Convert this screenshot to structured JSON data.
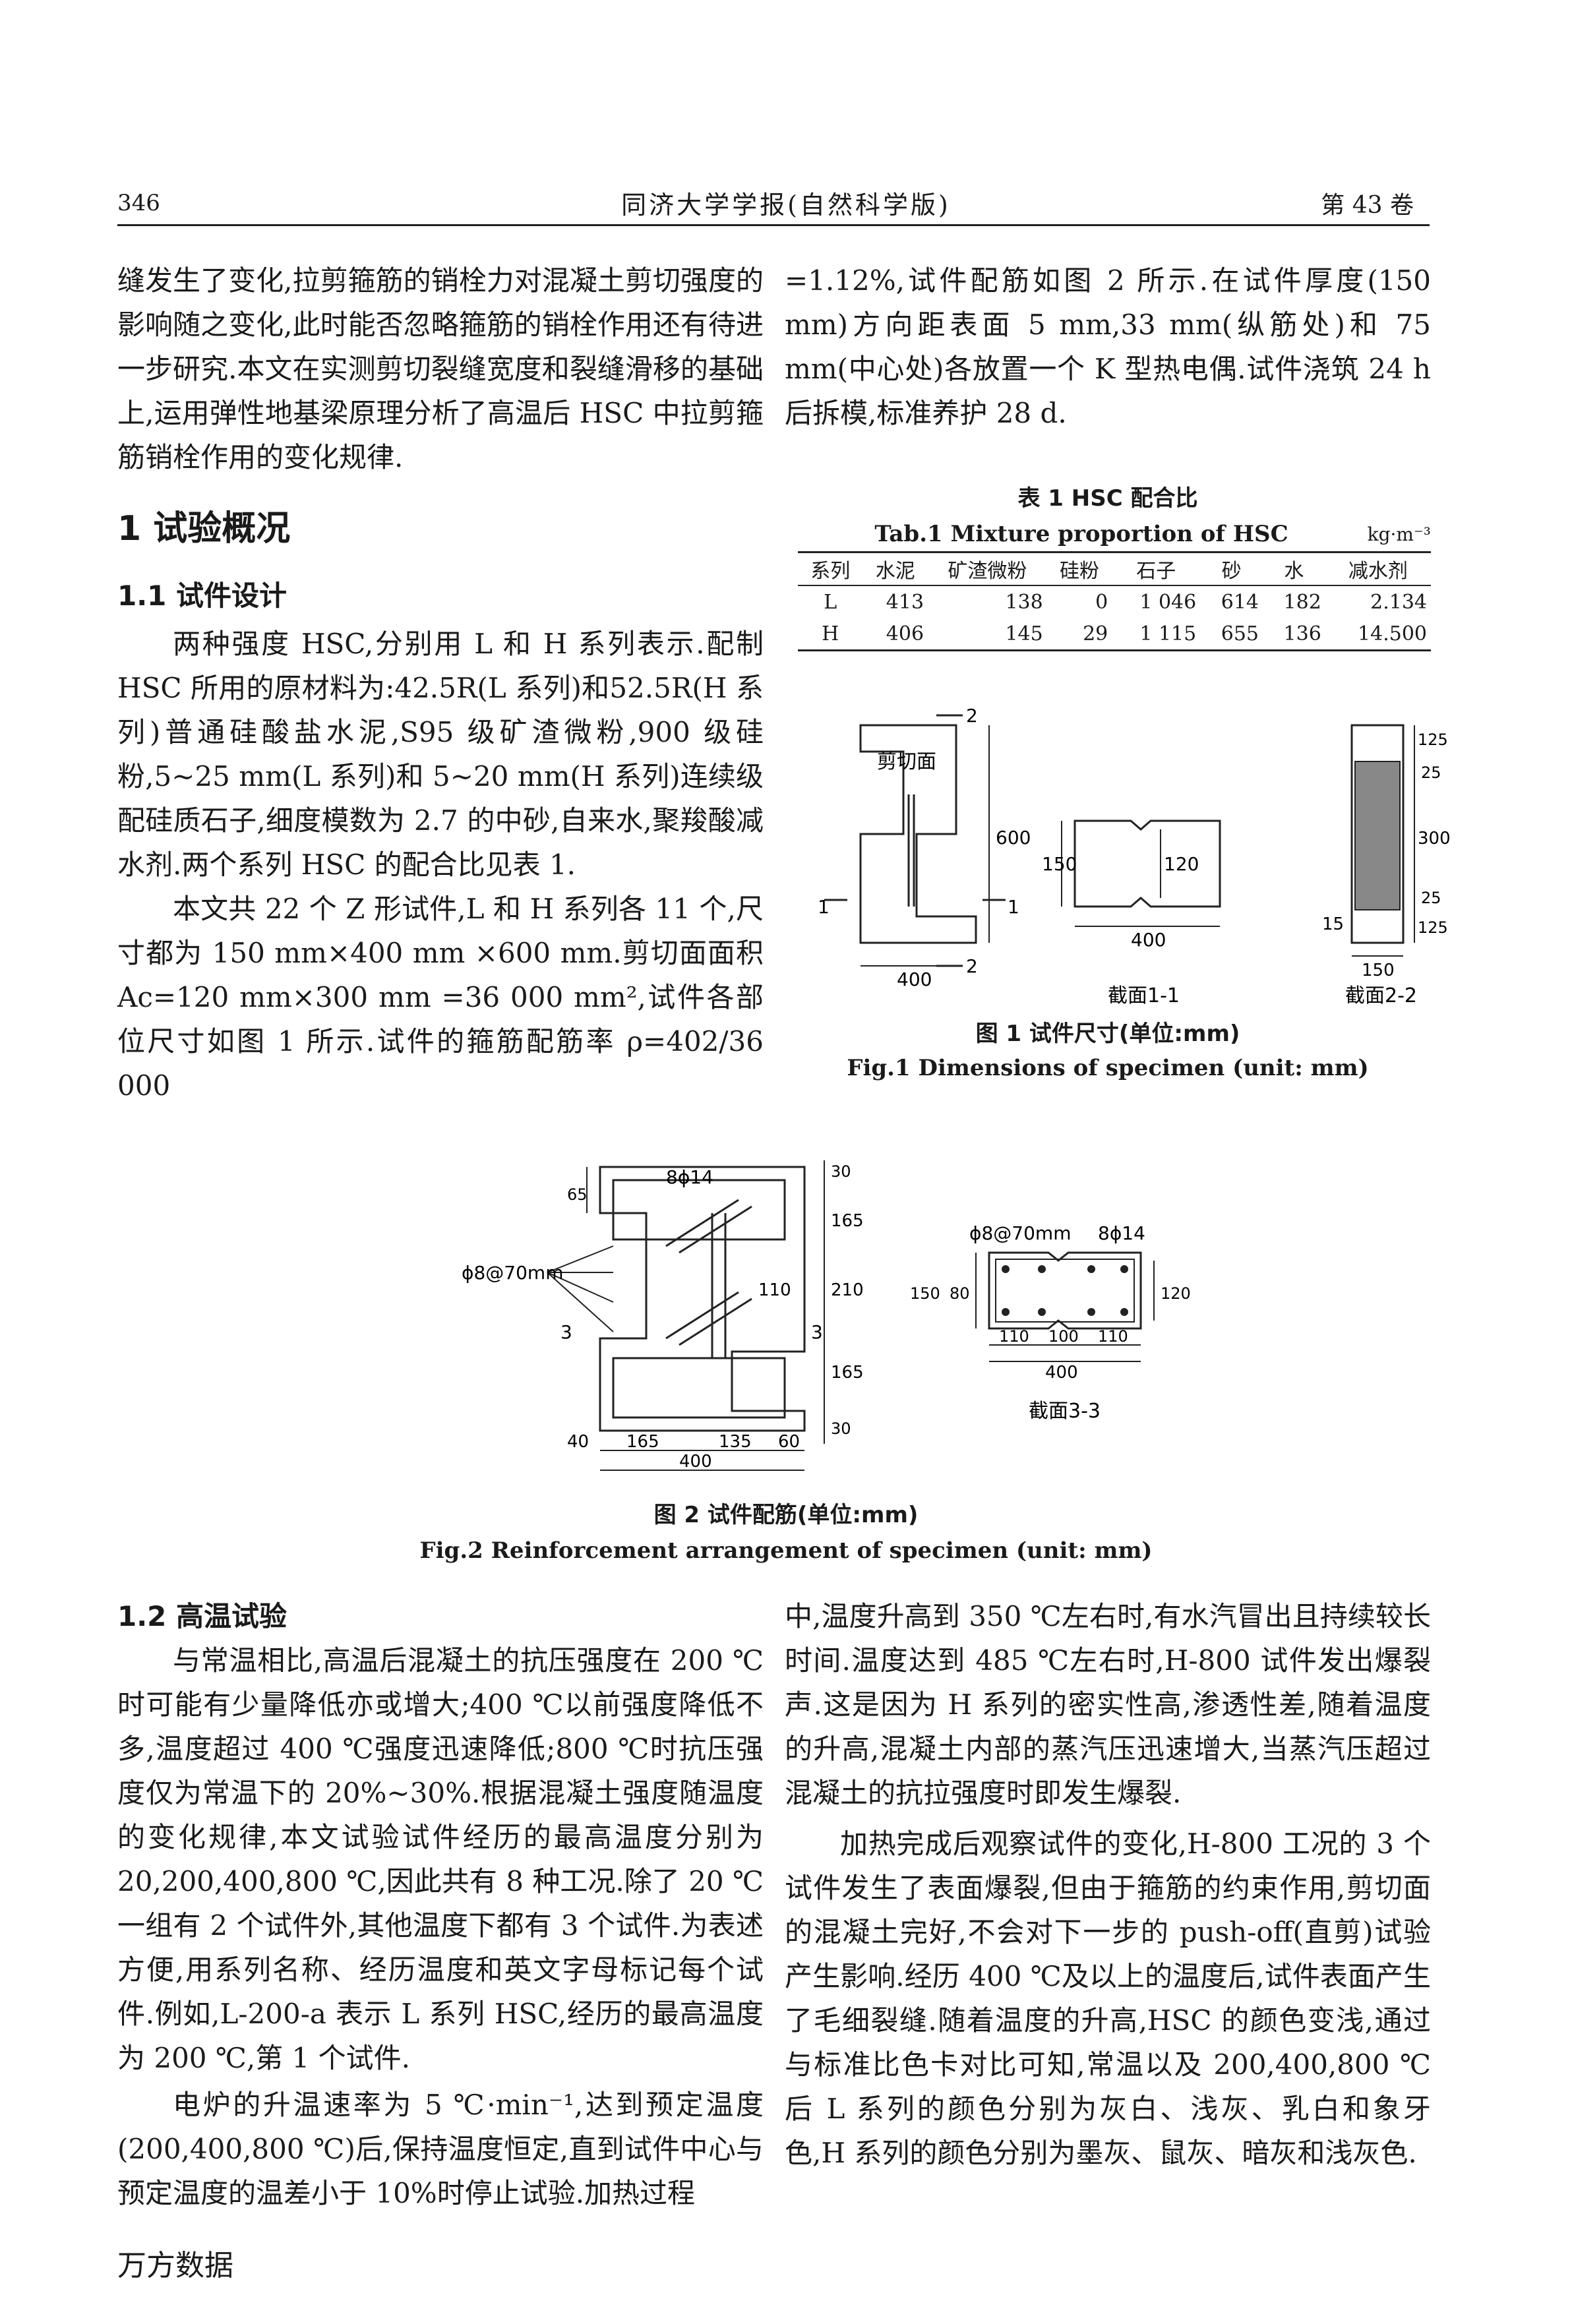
{
  "header": {
    "page_number": "346",
    "journal": "同济大学学报(自然科学版)",
    "volume": "第 43 卷"
  },
  "left_top": {
    "para1": "缝发生了变化,拉剪箍筋的销栓力对混凝土剪切强度的影响随之变化,此时能否忽略箍筋的销栓作用还有待进一步研究.本文在实测剪切裂缝宽度和裂缝滑移的基础上,运用弹性地基梁原理分析了高温后 HSC 中拉剪箍筋销栓作用的变化规律.",
    "section1": "1 试验概况",
    "section11": "1.1 试件设计",
    "para2": "两种强度 HSC,分别用 L 和 H 系列表示.配制 HSC 所用的原材料为:42.5R(L 系列)和52.5R(H 系列)普通硅酸盐水泥,S95 级矿渣微粉,900 级硅粉,5~25 mm(L 系列)和 5~20 mm(H 系列)连续级配硅质石子,细度模数为 2.7 的中砂,自来水,聚羧酸减水剂.两个系列 HSC 的配合比见表 1.",
    "para3": "本文共 22 个 Z 形试件,L 和 H 系列各 11 个,尺寸都为 150 mm×400 mm ×600 mm.剪切面面积 Ac=120 mm×300 mm =36 000 mm²,试件各部位尺寸如图 1 所示.试件的箍筋配筋率 ρ=402/36 000"
  },
  "right_top": {
    "para1": "=1.12%,试件配筋如图 2 所示.在试件厚度(150 mm)方向距表面 5 mm,33 mm(纵筋处)和 75 mm(中心处)各放置一个 K 型热电偶.试件浇筑 24 h 后拆模,标准养护 28 d."
  },
  "table1": {
    "caption_cn": "表 1 HSC 配合比",
    "caption_en": "Tab.1 Mixture proportion of HSC",
    "unit": "kg·m⁻³",
    "headers": [
      "系列",
      "水泥",
      "矿渣微粉",
      "硅粉",
      "石子",
      "砂",
      "水",
      "减水剂"
    ],
    "rows": [
      [
        "L",
        "413",
        "138",
        "0",
        "1 046",
        "614",
        "182",
        "2.134"
      ],
      [
        "H",
        "406",
        "145",
        "29",
        "1 115",
        "655",
        "136",
        "14.500"
      ]
    ]
  },
  "figure1": {
    "caption_cn": "图 1 试件尺寸(单位:mm)",
    "caption_en": "Fig.1 Dimensions of specimen (unit: mm)",
    "labels": {
      "shear_plane": "剪切面",
      "sec11": "截面1-1",
      "sec22": "截面2-2",
      "d600": "600",
      "d400a": "400",
      "d150": "150",
      "d120": "120",
      "d400b": "400",
      "d15": "15",
      "d125a": "125",
      "d25a": "25",
      "d300": "300",
      "d125b": "125",
      "d25b": "25",
      "d150b": "150",
      "mark1": "1",
      "mark2": "2"
    }
  },
  "figure2": {
    "caption_cn": "图 2 试件配筋(单位:mm)",
    "caption_en": "Fig.2 Reinforcement arrangement of specimen (unit: mm)",
    "labels": {
      "bar_long": "8ϕ14",
      "stirrup": "ϕ8@70mm",
      "d65": "65",
      "d30a": "30",
      "d165a": "165",
      "d210": "210",
      "d165b": "165",
      "d30b": "30",
      "d110": "110",
      "d40": "40",
      "d165c": "165",
      "d135": "135",
      "d60": "60",
      "d400": "400",
      "mark3": "3",
      "sec33": "截面3-3",
      "s_stirrup": "ϕ8@70mm",
      "s_bar": "8ϕ14",
      "s150": "150",
      "s80": "80",
      "s120": "120",
      "s110a": "110",
      "s100": "100",
      "s110b": "110",
      "s400": "400"
    }
  },
  "section12": {
    "title": "1.2 高温试验",
    "para1": "与常温相比,高温后混凝土的抗压强度在 200 ℃时可能有少量降低亦或增大;400 ℃以前强度降低不多,温度超过 400 ℃强度迅速降低;800 ℃时抗压强度仅为常温下的 20%~30%.根据混凝土强度随温度的变化规律,本文试验试件经历的最高温度分别为 20,200,400,800 ℃,因此共有 8 种工况.除了 20 ℃一组有 2 个试件外,其他温度下都有 3 个试件.为表述方便,用系列名称、经历温度和英文字母标记每个试件.例如,L-200-a 表示 L 系列 HSC,经历的最高温度为 200 ℃,第 1 个试件.",
    "para2": "电炉的升温速率为 5 ℃·min⁻¹,达到预定温度(200,400,800 ℃)后,保持温度恒定,直到试件中心与预定温度的温差小于 10%时停止试验.加热过程",
    "right_para1": "中,温度升高到 350 ℃左右时,有水汽冒出且持续较长时间.温度达到 485 ℃左右时,H-800 试件发出爆裂声.这是因为 H 系列的密实性高,渗透性差,随着温度的升高,混凝土内部的蒸汽压迅速增大,当蒸汽压超过混凝土的抗拉强度时即发生爆裂.",
    "right_para2": "加热完成后观察试件的变化,H-800 工况的 3 个试件发生了表面爆裂,但由于箍筋的约束作用,剪切面的混凝土完好,不会对下一步的 push-off(直剪)试验产生影响.经历 400 ℃及以上的温度后,试件表面产生了毛细裂缝.随着温度的升高,HSC 的颜色变浅,通过与标准比色卡对比可知,常温以及 200,400,800 ℃后 L 系列的颜色分别为灰白、浅灰、乳白和象牙色,H 系列的颜色分别为墨灰、鼠灰、暗灰和浅灰色."
  },
  "footer": {
    "text": "万方数据"
  }
}
